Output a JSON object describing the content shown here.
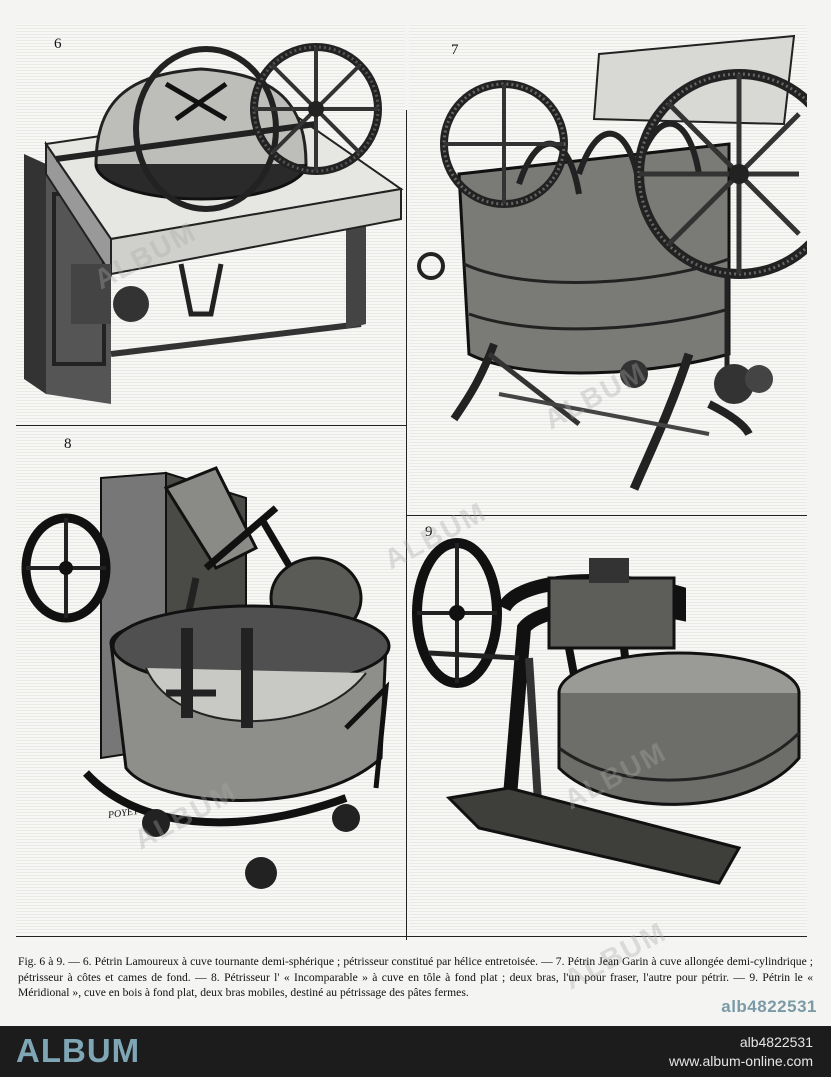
{
  "figures": [
    {
      "number": "6"
    },
    {
      "number": "7"
    },
    {
      "number": "8"
    },
    {
      "number": "9"
    }
  ],
  "engraver_signature": "POYET",
  "caption": "Fig. 6 à 9. — 6. Pétrin Lamoureux à cuve tournante demi-sphérique ; pétrisseur constitué par hélice entretoisée. — 7. Pétrin Jean Garin à cuve allongée demi-cylindrique ; pétrisseur à côtes et cames de fond. — 8. Pétrisseur l' « Incomparable » à cuve en tôle à fond plat ; deux bras, l'un pour fraser, l'autre pour pétrir. — 9. Pétrin le « Méridional », cuve en bois à fond plat, deux bras mobiles, destiné au pétrissage des pâtes fermes.",
  "watermark_text": "ALBUM",
  "stock_id": "alb4822531",
  "footer": {
    "logo": "ALBUM",
    "image_id": "alb4822531",
    "url": "www.album-online.com"
  },
  "colors": {
    "footer_bg": "#1c1c1c",
    "brand": "#7fa6b5"
  }
}
